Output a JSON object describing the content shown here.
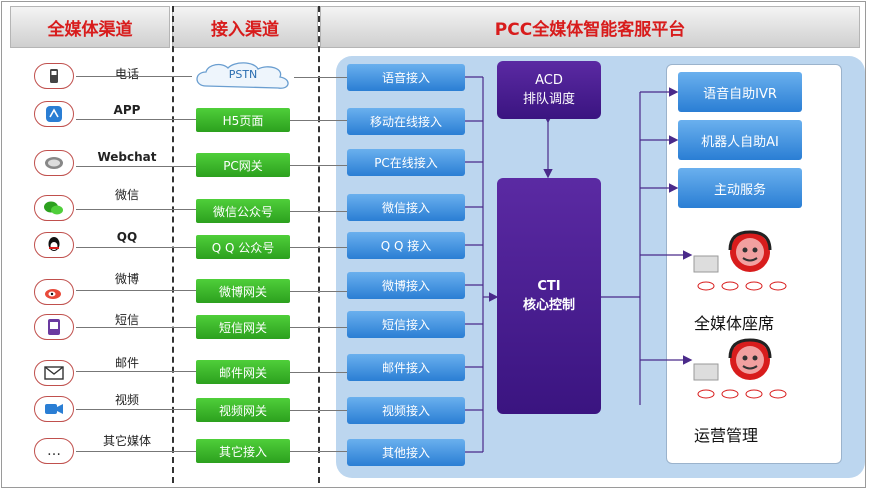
{
  "headers": {
    "col1": "全媒体渠道",
    "col2": "接入渠道",
    "col3": "PCC全媒体智能客服平台"
  },
  "channels": [
    {
      "label": "电话",
      "icon": "phone-icon"
    },
    {
      "label": "APP",
      "icon": "app-icon"
    },
    {
      "label": "Webchat",
      "icon": "webchat-icon"
    },
    {
      "label": "微信",
      "icon": "wechat-icon"
    },
    {
      "label": "QQ",
      "icon": "qq-icon"
    },
    {
      "label": "微博",
      "icon": "weibo-icon"
    },
    {
      "label": "短信",
      "icon": "sms-icon"
    },
    {
      "label": "邮件",
      "icon": "mail-icon"
    },
    {
      "label": "视频",
      "icon": "video-icon"
    },
    {
      "label": "其它媒体",
      "icon": "more-icon"
    }
  ],
  "gateways": [
    "PSTN",
    "H5页面",
    "PC网关",
    "微信公众号",
    "Q Q 公众号",
    "微博网关",
    "短信网关",
    "邮件网关",
    "视频网关",
    "其它接入"
  ],
  "access": [
    "语音接入",
    "移动在线接入",
    "PC在线接入",
    "微信接入",
    "Q Q 接入",
    "微博接入",
    "短信接入",
    "邮件接入",
    "视频接入",
    "其他接入"
  ],
  "acd": {
    "line1": "ACD",
    "line2": "排队调度"
  },
  "cti": {
    "line1": "CTI",
    "line2": "核心控制"
  },
  "services": [
    "语音自助IVR",
    "机器人自助AI",
    "主动服务"
  ],
  "agents": {
    "label1": "全媒体座席",
    "label2": "运营管理"
  },
  "colors": {
    "header_text": "#d81c1c",
    "gateway": "#2ca01e",
    "access": "#2a7ed4",
    "core": "#3a1480",
    "platform_bg": "#bcd6ef"
  }
}
